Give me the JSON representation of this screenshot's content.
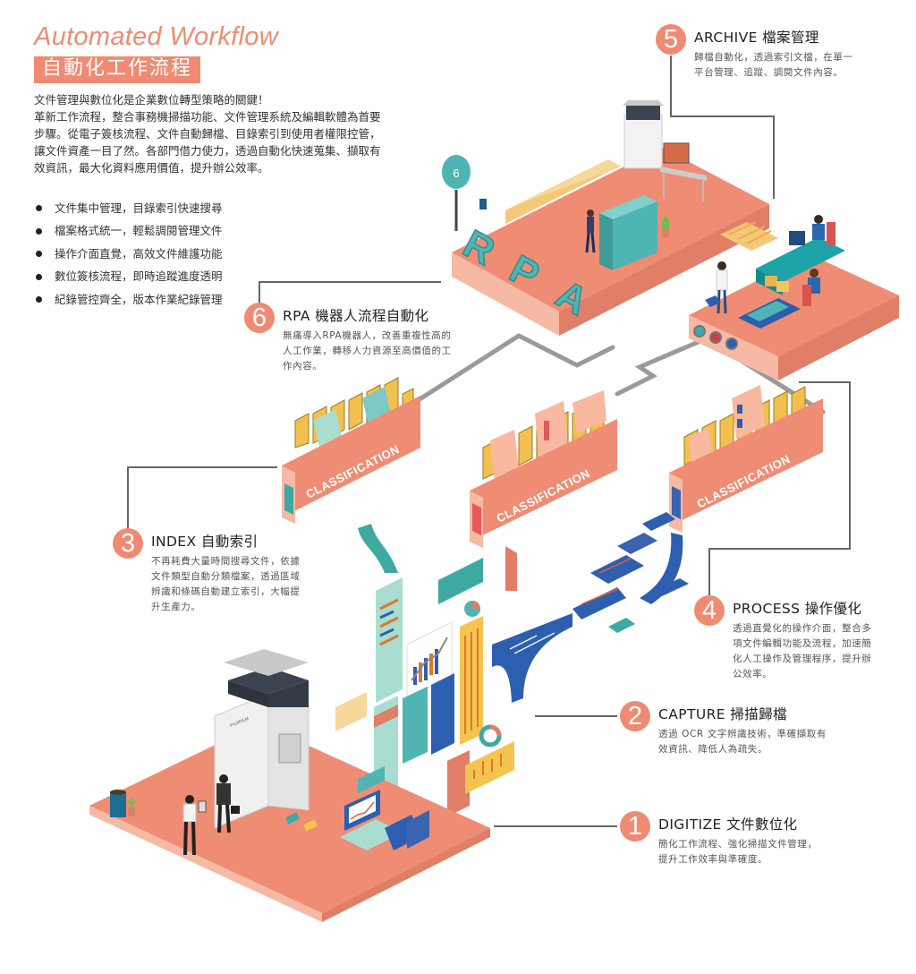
{
  "header": {
    "title_en": "Automated Workflow",
    "title_zh": "自動化工作流程"
  },
  "intro": {
    "lines": [
      "文件管理與數位化是企業數位轉型策略的關鍵！",
      "革新工作流程，整合事務機掃描功能、文件管理系統及編輯軟體為首要",
      "步驟。從電子簽核流程、文件自動歸檔、目錄索引到使用者權限控管，",
      "讓文件資產一目了然。各部門借力使力，透過自動化快速蒐集、擷取有",
      "效資訊，最大化資料應用價值，提升辦公效率。"
    ]
  },
  "features": [
    "文件集中管理，目錄索引快速搜尋",
    "檔案格式統一，輕鬆調閱管理文件",
    "操作介面直覺，高效文件維護功能",
    "數位簽核流程，即時追蹤進度透明",
    "紀錄管控齊全，版本作業紀錄管理"
  ],
  "steps": {
    "s1": {
      "num": "1",
      "title": "DIGITIZE 文件數位化",
      "desc": [
        "簡化工作流程、強化掃描文件管理，",
        "提升工作效率與準確度。"
      ]
    },
    "s2": {
      "num": "2",
      "title": "CAPTURE 掃描歸檔",
      "desc": [
        "透過 OCR 文字辨識技術，準確擷取有",
        "效資訊、降低人為疏失。"
      ]
    },
    "s3": {
      "num": "3",
      "title": "INDEX 自動索引",
      "desc": [
        "不再耗費大量時間搜尋文件，依據",
        "文件類型自動分類檔案，透過區域",
        "辨識和條碼自動建立索引，大幅提",
        "升生產力。"
      ]
    },
    "s4": {
      "num": "4",
      "title": "PROCESS 操作優化",
      "desc": [
        "透過直覺化的操作介面，整合多",
        "項文件編輯功能及流程，加速簡",
        "化人工操作及管理程序，提升辦",
        "公效率。"
      ]
    },
    "s5": {
      "num": "5",
      "title": "ARCHIVE 檔案管理",
      "desc": [
        "歸檔自動化，透過索引文檔，在單一",
        "平台管理、追蹤、調閱文件內容。"
      ]
    },
    "s6": {
      "num": "6",
      "title": "RPA 機器人流程自動化",
      "desc": [
        "無痛導入RPA機器人，改善重複性高的",
        "人工作業，轉移人力資源至高價值的工",
        "作內容。"
      ]
    }
  },
  "illustration": {
    "rpa_letters": [
      "R",
      "P",
      "A"
    ],
    "process_sign_number": "6",
    "classification_label": "CLASSIFICATION",
    "printer_brand": "FUJIFILM"
  },
  "colors": {
    "accent": "#ee8b72",
    "floor": "#ef8c74",
    "floor_side": "#f6b9a4",
    "teal": "#4fb5b3",
    "folder": "#f5c44f",
    "blue": "#3f66b0",
    "line": "#666666"
  }
}
